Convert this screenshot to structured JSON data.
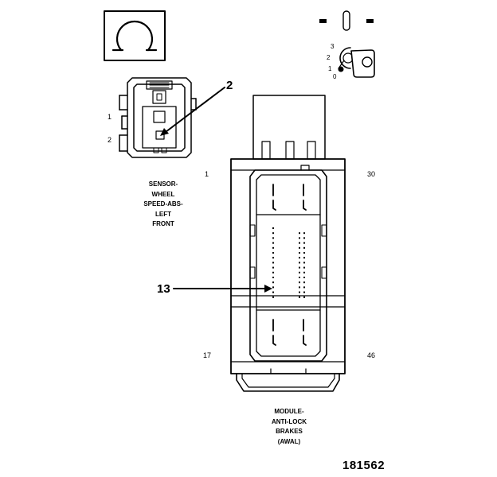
{
  "ohm_symbol": "Ω",
  "ignition": {
    "positions": [
      "3",
      "2",
      "1",
      "0"
    ]
  },
  "sensor": {
    "pin_labels": [
      "1",
      "2"
    ],
    "callout": "2",
    "caption_lines": [
      "SENSOR-",
      "WHEEL",
      "SPEED-ABS-",
      "LEFT",
      "FRONT"
    ]
  },
  "module": {
    "pin_labels": {
      "top_left": "1",
      "top_right": "30",
      "bottom_left": "17",
      "bottom_right": "46"
    },
    "callout": "13",
    "caption_lines": [
      "MODULE-",
      "ANTI-LOCK",
      "BRAKES",
      "(AWAL)"
    ]
  },
  "figure_number": "181562"
}
